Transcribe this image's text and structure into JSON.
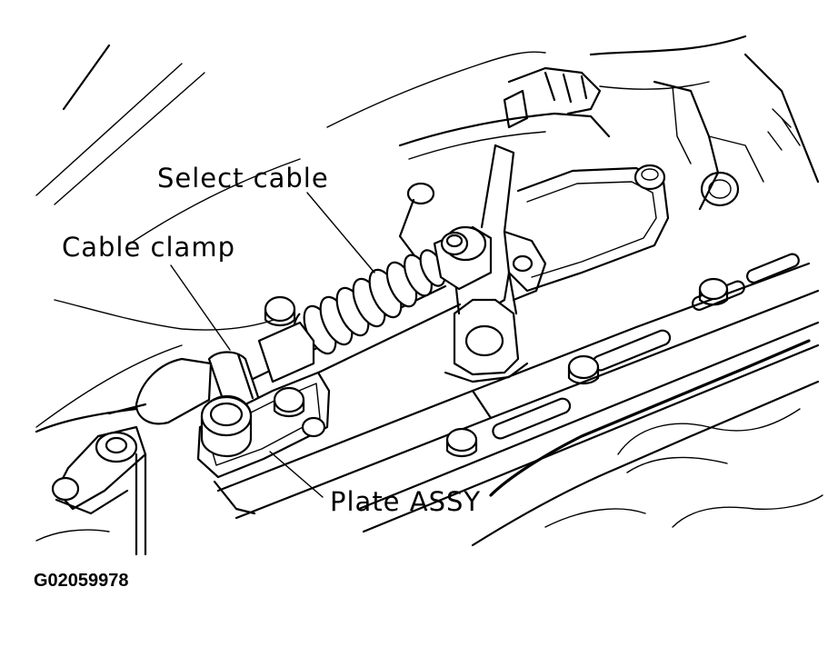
{
  "labels": {
    "select_cable": "Select cable",
    "cable_clamp": "Cable clamp",
    "plate_assy": "Plate ASSY"
  },
  "figure_code": "G02059978"
}
